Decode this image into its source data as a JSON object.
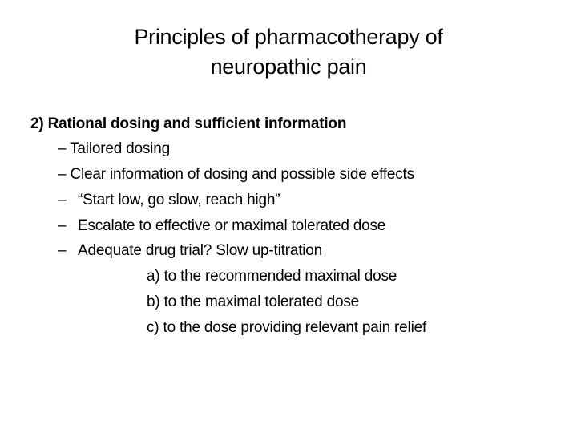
{
  "slide": {
    "title_line1": "Principles of pharmacotherapy of",
    "title_line2": "neuropathic pain",
    "heading": "2) Rational dosing and sufficient information",
    "bullets": [
      {
        "dash": "–",
        "text": "Tailored dosing"
      },
      {
        "dash": "–",
        "text": "Clear information of dosing and possible side effects"
      },
      {
        "dash": "–",
        "text": "“Start low, go slow, reach high”"
      },
      {
        "dash": "–",
        "text": "Escalate to effective or maximal tolerated dose"
      },
      {
        "dash": "–",
        "text": "Adequate drug trial? Slow up-titration"
      }
    ],
    "sub_items": [
      "a) to the recommended maximal dose",
      "b) to the maximal tolerated dose",
      "c) to the dose providing relevant pain relief"
    ]
  }
}
